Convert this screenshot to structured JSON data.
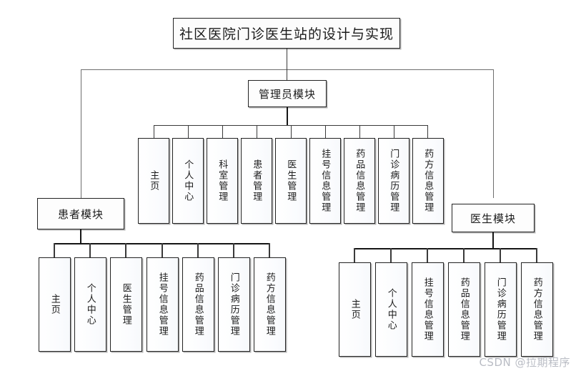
{
  "diagram": {
    "type": "system-function-hierarchy",
    "title": "社区医院门诊医生站的设计与实现",
    "watermark": "CSDN @拉期程序",
    "modules": [
      {
        "id": "admin",
        "label": "管理员模块",
        "children": [
          "主页",
          "个人中心",
          "科室管理",
          "患者管理",
          "医生管理",
          "挂号信息管理",
          "药品信息管理",
          "门诊病历管理",
          "药方信息管理"
        ]
      },
      {
        "id": "patient",
        "label": "患者模块",
        "children": [
          "主页",
          "个人中心",
          "医生管理",
          "挂号信息管理",
          "药品信息管理",
          "门诊病历管理",
          "药方信息管理"
        ]
      },
      {
        "id": "doctor",
        "label": "医生模块",
        "children": [
          "主页",
          "个人中心",
          "挂号信息管理",
          "药品信息管理",
          "门诊病历管理",
          "药方信息管理"
        ]
      }
    ]
  }
}
